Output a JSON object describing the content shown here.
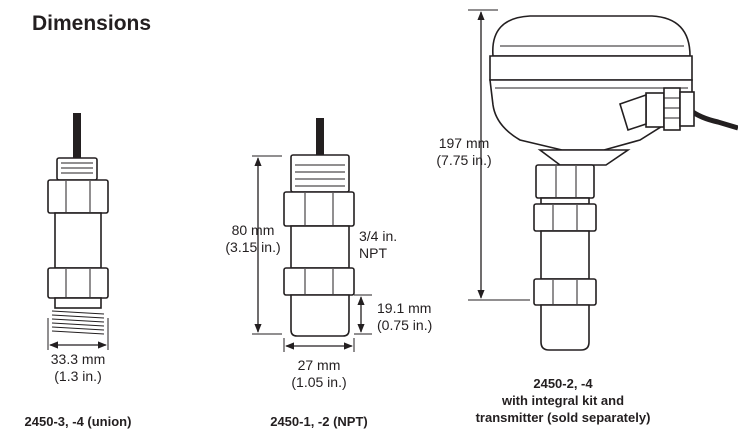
{
  "title": "Dimensions",
  "figures": [
    {
      "id": "union",
      "width_label": "33.3 mm",
      "width_label_in": "(1.3 in.)",
      "caption": "2450-3, -4 (union)"
    },
    {
      "id": "npt",
      "height_label": "80 mm",
      "height_label_in": "(3.15 in.)",
      "thread_label": "3/4 in.",
      "thread_label_2": "NPT",
      "tip_label": "19.1 mm",
      "tip_label_in": "(0.75 in.)",
      "width_label": "27 mm",
      "width_label_in": "(1.05 in.)",
      "caption": "2450-1, -2 (NPT)"
    },
    {
      "id": "integral",
      "height_label": "197 mm",
      "height_label_in": "(7.75 in.)",
      "caption_line1": "2450-2, -4",
      "caption_line2": "with integral kit and",
      "caption_line3": "transmitter (sold separately)"
    }
  ]
}
